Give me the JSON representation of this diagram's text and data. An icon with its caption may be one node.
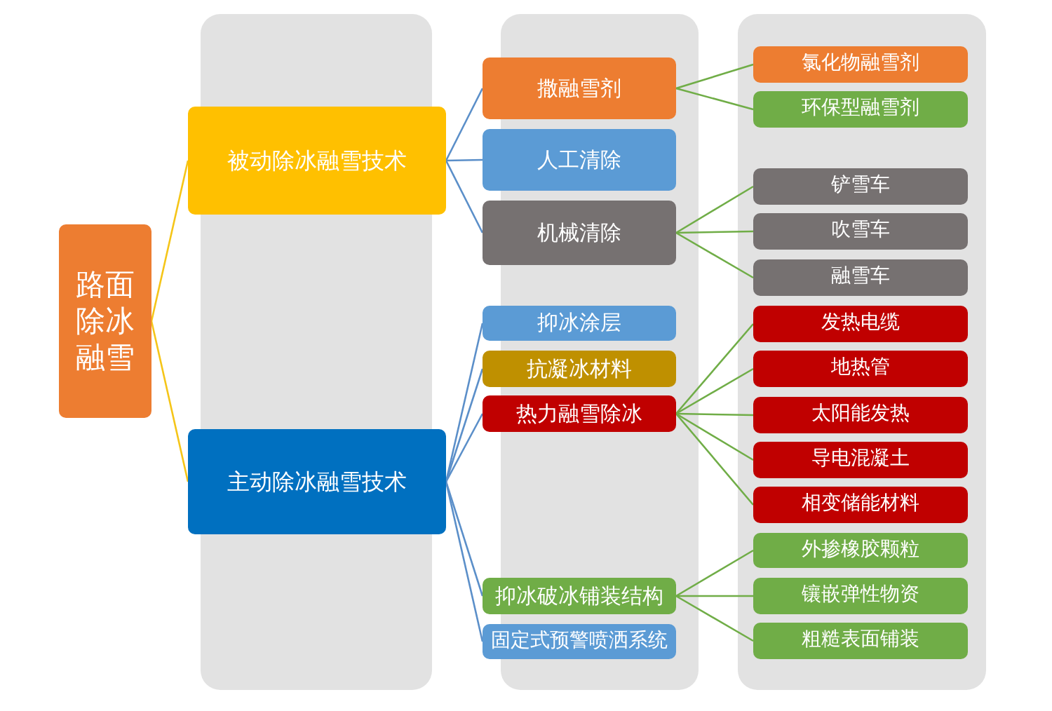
{
  "diagram": {
    "nodes": [
      {
        "text": [
          "路面除冰融雪"
        ]
      },
      {
        "text": [
          "被动除冰融雪技术"
        ]
      },
      {
        "text": [
          "主动除冰融雪技术"
        ]
      },
      {
        "text": [
          "撒融雪剂"
        ]
      },
      {
        "text": [
          "人工清除"
        ]
      },
      {
        "text": [
          "机械清除"
        ]
      },
      {
        "text": [
          "抑冰涂层"
        ]
      },
      {
        "text": [
          "抗凝冰材料"
        ]
      },
      {
        "text": [
          "热力融雪除冰"
        ]
      },
      {
        "text": [
          "抑冰破冰铺装结构"
        ]
      },
      {
        "text": [
          "固定式预警喷洒系统"
        ]
      },
      {
        "text": [
          "氯化物融雪剂"
        ]
      },
      {
        "text": [
          "环保型融雪剂"
        ]
      },
      {
        "text": [
          "铲雪车"
        ]
      },
      {
        "text": [
          "吹雪车"
        ]
      },
      {
        "text": [
          "融雪车"
        ]
      },
      {
        "text": [
          "发热电缆"
        ]
      },
      {
        "text": [
          "地热管"
        ]
      },
      {
        "text": [
          "太阳能发热"
        ]
      },
      {
        "text": [
          "导电混凝土"
        ]
      },
      {
        "text": [
          "相变储能材料"
        ]
      },
      {
        "text": [
          "外掺橡胶颗粒"
        ]
      },
      {
        "text": [
          "镶嵌弹性物资"
        ]
      },
      {
        "text": [
          "粗糙表面铺装"
        ]
      }
    ],
    "edges": [
      {
        "from": 0,
        "to": 1,
        "arrow": "none",
        "color": "#f5c518"
      },
      {
        "from": 0,
        "to": 2,
        "arrow": "none",
        "color": "#f5c518"
      },
      {
        "from": 1,
        "to": 3,
        "arrow": "none",
        "color": "#5b8fc9"
      },
      {
        "from": 1,
        "to": 4,
        "arrow": "none",
        "color": "#5b8fc9"
      },
      {
        "from": 1,
        "to": 5,
        "arrow": "none",
        "color": "#5b8fc9"
      },
      {
        "from": 2,
        "to": 6,
        "arrow": "none",
        "color": "#5b8fc9"
      },
      {
        "from": 2,
        "to": 7,
        "arrow": "none",
        "color": "#5b8fc9"
      },
      {
        "from": 2,
        "to": 8,
        "arrow": "none",
        "color": "#5b8fc9"
      },
      {
        "from": 2,
        "to": 9,
        "arrow": "none",
        "color": "#5b8fc9"
      },
      {
        "from": 2,
        "to": 10,
        "arrow": "none",
        "color": "#5b8fc9"
      },
      {
        "from": 3,
        "to": 11,
        "arrow": "none"
      },
      {
        "from": 3,
        "to": 12,
        "arrow": "none"
      },
      {
        "from": 5,
        "to": 13,
        "arrow": "none"
      },
      {
        "from": 5,
        "to": 14,
        "arrow": "none"
      },
      {
        "from": 5,
        "to": 15,
        "arrow": "none"
      },
      {
        "from": 8,
        "to": 16,
        "arrow": "none"
      },
      {
        "from": 8,
        "to": 17,
        "arrow": "none"
      },
      {
        "from": 8,
        "to": 18,
        "arrow": "none"
      },
      {
        "from": 8,
        "to": 19,
        "arrow": "none"
      },
      {
        "from": 8,
        "to": 20,
        "arrow": "none"
      },
      {
        "from": 9,
        "to": 21,
        "arrow": "none"
      },
      {
        "from": 9,
        "to": 22,
        "arrow": "none"
      },
      {
        "from": 9,
        "to": 23,
        "arrow": "none"
      }
    ]
  }
}
